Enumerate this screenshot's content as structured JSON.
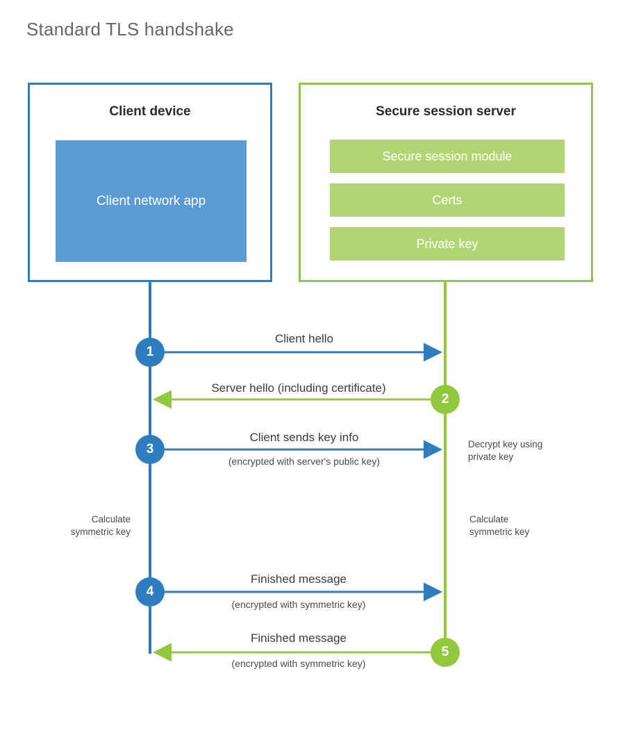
{
  "title": "Standard TLS handshake",
  "colors": {
    "client_border": "#2E7DBF",
    "client_app_fill": "#5B9BD5",
    "server_border": "#92C83E",
    "server_module_fill": "#B2D574",
    "blue_accent": "#2E7DBF",
    "green_accent": "#92C83E",
    "text": "#3c3c3c",
    "title_text": "#676767",
    "background": "#ffffff"
  },
  "client": {
    "title": "Client device",
    "app_label": "Client network app"
  },
  "server": {
    "title": "Secure session server",
    "modules": [
      {
        "label": "Secure session module"
      },
      {
        "label": "Certs"
      },
      {
        "label": "Private key"
      }
    ]
  },
  "steps": [
    {
      "number": "1",
      "label": "Client hello",
      "sub": "",
      "direction": "client-to-server",
      "color": "#2E7DBF"
    },
    {
      "number": "2",
      "label": "Server hello (including certificate)",
      "sub": "",
      "direction": "server-to-client",
      "color": "#92C83E"
    },
    {
      "number": "3",
      "label": "Client sends key info",
      "sub": "(encrypted with server's public key)",
      "direction": "client-to-server",
      "color": "#2E7DBF"
    },
    {
      "number": "4",
      "label": "Finished message",
      "sub": "(encrypted with symmetric key)",
      "direction": "client-to-server",
      "color": "#2E7DBF"
    },
    {
      "number": "5",
      "label": "Finished message",
      "sub": "(encrypted with symmetric key)",
      "direction": "server-to-client",
      "color": "#92C83E"
    }
  ],
  "notes": {
    "decrypt_key": "Decrypt key using\nprivate key",
    "client_calculate": "Calculate\nsymmetric key",
    "server_calculate": "Calculate\nsymmetric key"
  }
}
